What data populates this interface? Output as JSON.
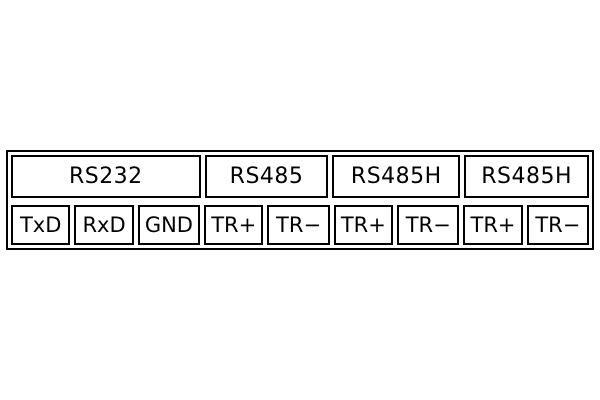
{
  "terminal": {
    "groups": [
      {
        "label": "RS232"
      },
      {
        "label": "RS485"
      },
      {
        "label": "RS485H"
      },
      {
        "label": "RS485H"
      }
    ],
    "pins": [
      {
        "label": "TxD"
      },
      {
        "label": "RxD"
      },
      {
        "label": "GND"
      },
      {
        "label": "TR+"
      },
      {
        "label": "TR−"
      },
      {
        "label": "TR+"
      },
      {
        "label": "TR−"
      },
      {
        "label": "TR+"
      },
      {
        "label": "TR−"
      }
    ]
  }
}
